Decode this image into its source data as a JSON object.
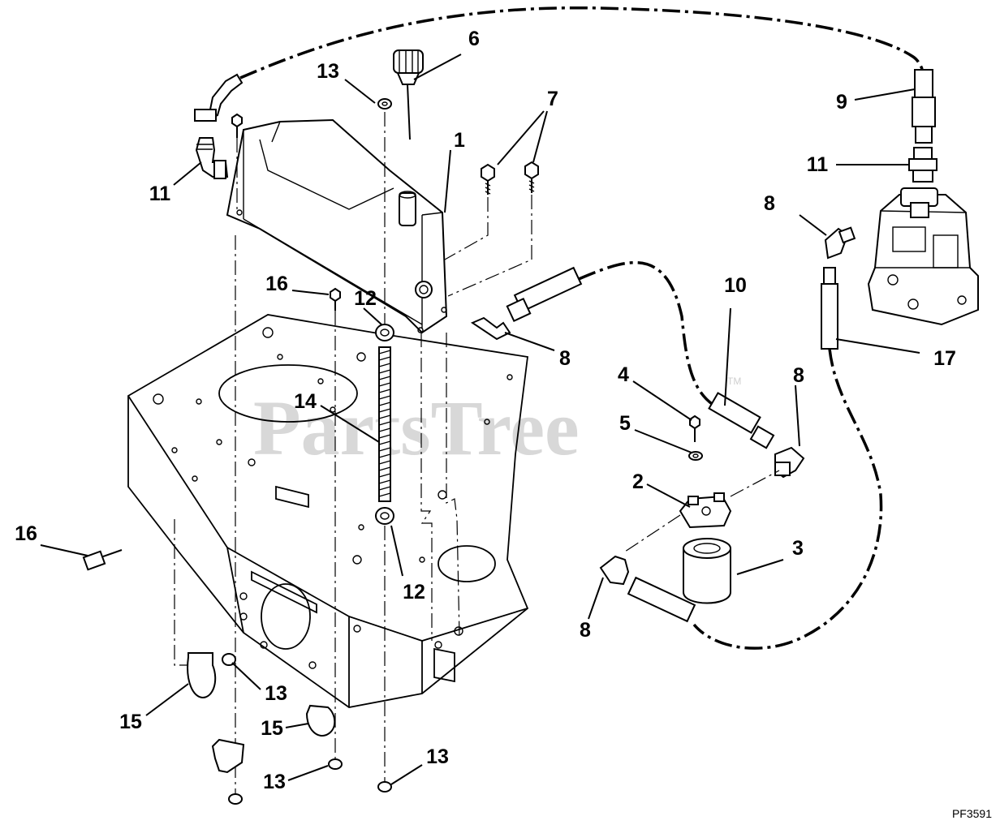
{
  "diagram": {
    "watermark": "PartsTree",
    "watermark_tm": "TM",
    "drawing_code": "PF3591",
    "callouts": [
      {
        "id": "c1",
        "label": "1"
      },
      {
        "id": "c2",
        "label": "2"
      },
      {
        "id": "c3",
        "label": "3"
      },
      {
        "id": "c4",
        "label": "4"
      },
      {
        "id": "c5",
        "label": "5"
      },
      {
        "id": "c6",
        "label": "6"
      },
      {
        "id": "c7",
        "label": "7"
      },
      {
        "id": "c8a",
        "label": "8"
      },
      {
        "id": "c8b",
        "label": "8"
      },
      {
        "id": "c8c",
        "label": "8"
      },
      {
        "id": "c8d",
        "label": "8"
      },
      {
        "id": "c9",
        "label": "9"
      },
      {
        "id": "c10",
        "label": "10"
      },
      {
        "id": "c11a",
        "label": "11"
      },
      {
        "id": "c11b",
        "label": "11"
      },
      {
        "id": "c12a",
        "label": "12"
      },
      {
        "id": "c12b",
        "label": "12"
      },
      {
        "id": "c13a",
        "label": "13"
      },
      {
        "id": "c13b",
        "label": "13"
      },
      {
        "id": "c13c",
        "label": "13"
      },
      {
        "id": "c13d",
        "label": "13"
      },
      {
        "id": "c14",
        "label": "14"
      },
      {
        "id": "c15a",
        "label": "15"
      },
      {
        "id": "c15b",
        "label": "15"
      },
      {
        "id": "c16a",
        "label": "16"
      },
      {
        "id": "c16b",
        "label": "16"
      },
      {
        "id": "c17",
        "label": "17"
      }
    ]
  }
}
